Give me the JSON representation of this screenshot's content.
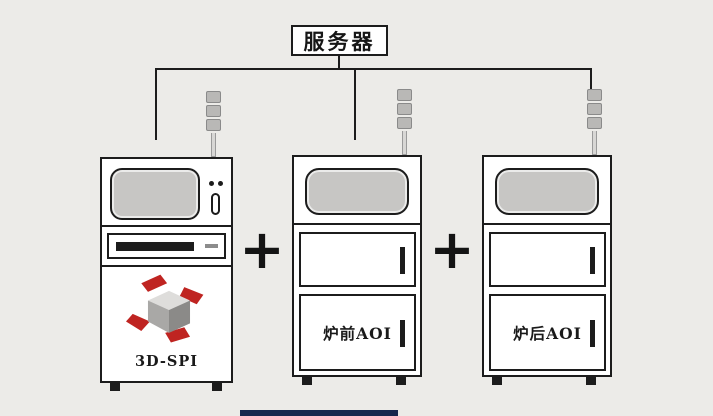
{
  "colors": {
    "background": "#ecebe8",
    "line": "#1c1c1c",
    "screen_gray": "#c7c6c4",
    "accent_red": "#bf2421",
    "bottom_strip": "#17264d"
  },
  "server": {
    "label": "服务器"
  },
  "plus": "+",
  "machines": [
    {
      "name": "3d-spi",
      "label": "3D-SPI"
    },
    {
      "name": "pre-reflow-aoi",
      "label": "炉前AOI"
    },
    {
      "name": "post-reflow-aoi",
      "label": "炉后AOI"
    }
  ],
  "icons": {
    "tower": "signal-tower-icon",
    "cube": "exploded-box-icon"
  }
}
